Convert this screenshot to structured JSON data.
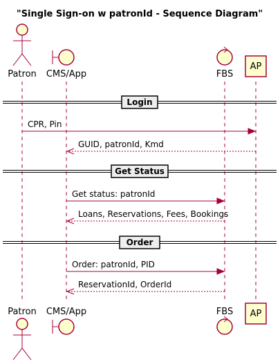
{
  "diagram": {
    "title": "\"Single Sign-on w patronId - Sequence Diagram\"",
    "participants": [
      {
        "id": "patron",
        "label": "Patron",
        "kind": "actor"
      },
      {
        "id": "cms",
        "label": "CMS/App",
        "kind": "boundary"
      },
      {
        "id": "fbs",
        "label": "FBS",
        "kind": "control"
      },
      {
        "id": "ap",
        "label": "AP",
        "kind": "participant"
      }
    ],
    "sections": [
      {
        "label": "Login",
        "messages": [
          {
            "from": "patron",
            "to": "ap",
            "text": "CPR, Pin",
            "dashed": false
          },
          {
            "from": "ap",
            "to": "cms",
            "text": "GUID, patronId, Kmd",
            "dashed": true
          }
        ]
      },
      {
        "label": "Get Status",
        "messages": [
          {
            "from": "cms",
            "to": "fbs",
            "text": "Get status: patronId",
            "dashed": false
          },
          {
            "from": "fbs",
            "to": "cms",
            "text": "Loans, Reservations, Fees, Bookings",
            "dashed": true
          }
        ]
      },
      {
        "label": "Order",
        "messages": [
          {
            "from": "cms",
            "to": "fbs",
            "text": "Order: patronId, PID",
            "dashed": false
          },
          {
            "from": "fbs",
            "to": "cms",
            "text": "ReservationId, OrderId",
            "dashed": true
          }
        ]
      }
    ],
    "colors": {
      "line": "#A80036",
      "fill": "#FEFECE",
      "divider_box": "#EEEEEE"
    }
  }
}
